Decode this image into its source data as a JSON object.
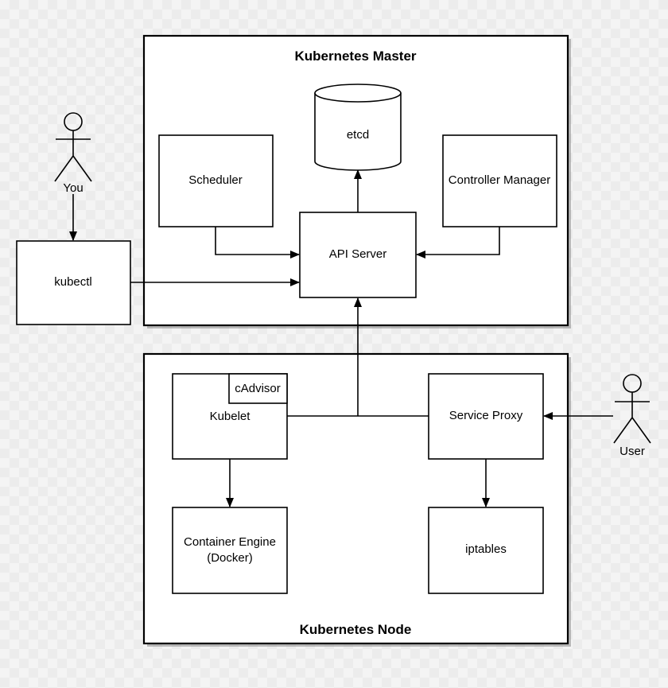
{
  "master": {
    "title": "Kubernetes Master"
  },
  "node": {
    "title": "Kubernetes Node"
  },
  "components": {
    "etcd": "etcd",
    "scheduler": "Scheduler",
    "controller_manager": "Controller Manager",
    "api_server": "API Server",
    "kubectl": "kubectl",
    "kubelet": "Kubelet",
    "cadvisor": "cAdvisor",
    "service_proxy": "Service Proxy",
    "container_engine_line1": "Container Engine",
    "container_engine_line2": "(Docker)",
    "iptables": "iptables"
  },
  "actors": {
    "you": "You",
    "user": "User"
  }
}
